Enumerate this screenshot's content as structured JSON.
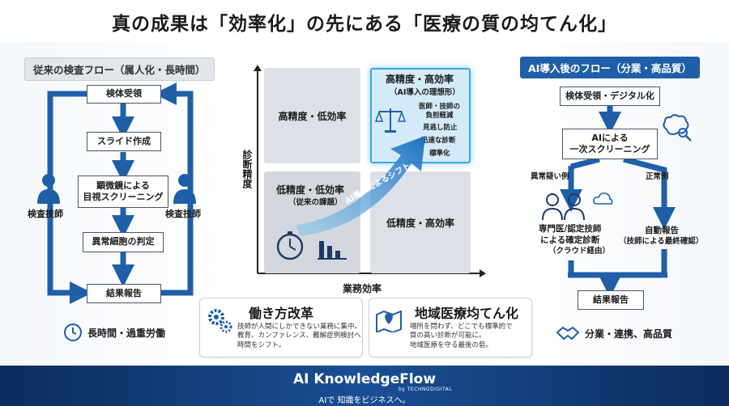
{
  "title": "真の成果は「効率化」の先にある「医療の質の均てん化」",
  "left": {
    "tag": "従来の検査フロー（属人化・長時間）",
    "steps": [
      "検体受領",
      "スライド作成",
      "顕微鏡による\n目視スクリーニング",
      "異常細胞の判定",
      "結果報告"
    ],
    "person_left": "検査技師",
    "person_right": "検査技師",
    "bottom": "長時間・過重労働"
  },
  "matrix": {
    "cell_tl": "高精度・低効率",
    "cell_tr_title": "高精度・高効率",
    "cell_tr_sub": "（AI導入の理想形）",
    "cell_tr_points": [
      "医師・技師の\n負担軽減",
      "見逃し防止",
      "迅速な診断",
      "標準化"
    ],
    "cell_bl_title": "低精度・低効率",
    "cell_bl_sub": "（従来の課題）",
    "cell_br": "低精度・高効率",
    "arrow": "AI導入によるシフト",
    "ylabel": "診断精度",
    "xlabel": "業務効率"
  },
  "cards": [
    {
      "title": "働き方改革",
      "text": "技師が人間にしかできない業務に集中。\n教育、カンファレンス、難解症例検討へ\n時間をシフト。"
    },
    {
      "title": "地域医療均てん化",
      "text": "場所を問わず、どこでも標準的で\n質の高い診断が可能に。\n地域医療を守る最後の砦。"
    }
  ],
  "right": {
    "tag": "AI導入後のフロー（分業・高品質）",
    "step1": "検体受領・デジタル化",
    "step2": "AIによる\n一次スクリーニング",
    "branch_left": "異常疑い例",
    "branch_right": "正常例",
    "confirm": "専門医/認定技師\nによる確定診断",
    "confirm_sub": "（クラウド経由）",
    "auto": "自動報告",
    "auto_sub": "（技師による最終確認）",
    "report": "結果報告",
    "bottom": "分業・連携、高品質"
  },
  "footer": {
    "brand": "AI KnowledgeFlow",
    "by": "by TECHNODIGITAL",
    "slogan": "AIで 知識をビジネスへ。"
  },
  "colors": {
    "primary": "#1f5fa8",
    "dark": "#0b2c5c",
    "cyan": "#38a9e0",
    "grey_cell": "#dde1e7"
  }
}
